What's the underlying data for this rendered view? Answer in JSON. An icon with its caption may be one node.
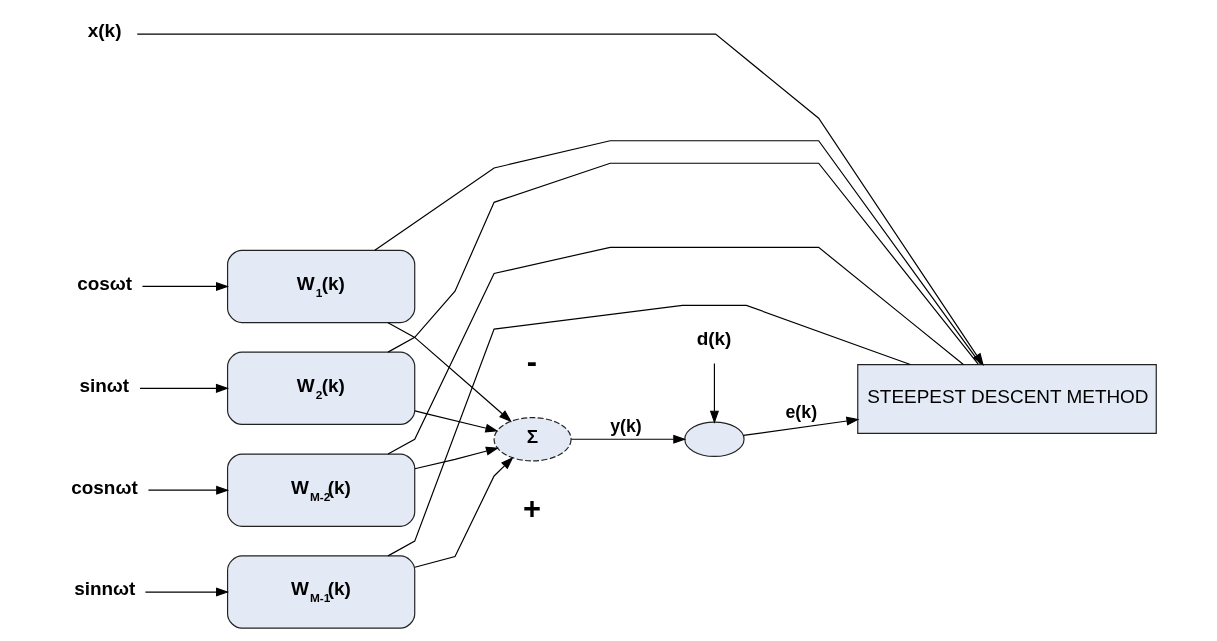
{
  "diagram": {
    "nodes": [
      {
        "text": [
          "cosωt"
        ]
      },
      {
        "text": [
          "sinωt"
        ]
      },
      {
        "text": [
          "cosnωt"
        ]
      },
      {
        "text": [
          "sinnωt"
        ]
      },
      {
        "text": [
          "W$_{1}$(k)"
        ]
      },
      {
        "text": [
          "W$_{2}$(k)"
        ]
      },
      {
        "text": [
          "W$_{M-2}$(k)"
        ]
      },
      {
        "text": [
          "W$_{M-1}$(k)"
        ]
      },
      {
        "text": [
          "Σ"
        ]
      },
      {
        "text": [],
        "shape": "circle"
      },
      {
        "text": [
          "d(k)"
        ]
      },
      {
        "text": [
          "STEEPEST DESCENT METHOD"
        ]
      },
      {
        "text": [
          "x(k)"
        ]
      }
    ],
    "edges": [
      {
        "from": 0,
        "to": 4,
        "arrow": "to"
      },
      {
        "from": 1,
        "to": 5,
        "arrow": "to"
      },
      {
        "from": 2,
        "to": 6,
        "arrow": "to"
      },
      {
        "from": 3,
        "to": 7,
        "arrow": "to"
      },
      {
        "from": 4,
        "to": 8,
        "arrow": "to"
      },
      {
        "from": 5,
        "to": 8,
        "arrow": "to"
      },
      {
        "from": 6,
        "to": 8,
        "arrow": "to"
      },
      {
        "from": 7,
        "to": 8,
        "arrow": "to"
      },
      {
        "from": 8,
        "to": 9,
        "label": "y(k)",
        "arrow": "to"
      },
      {
        "from": 10,
        "to": 9,
        "arrow": "to"
      },
      {
        "from": 9,
        "to": 11,
        "label": "e(k)",
        "arrow": "to"
      },
      {
        "from": 12,
        "to": 11,
        "arrow": "to"
      },
      {
        "from": 11,
        "to": 4,
        "arrow": "none"
      },
      {
        "from": 11,
        "to": 5,
        "arrow": "none"
      },
      {
        "from": 11,
        "to": 6,
        "arrow": "none"
      },
      {
        "from": 11,
        "to": 7,
        "arrow": "none"
      }
    ],
    "labels": [
      "-",
      "+"
    ]
  }
}
